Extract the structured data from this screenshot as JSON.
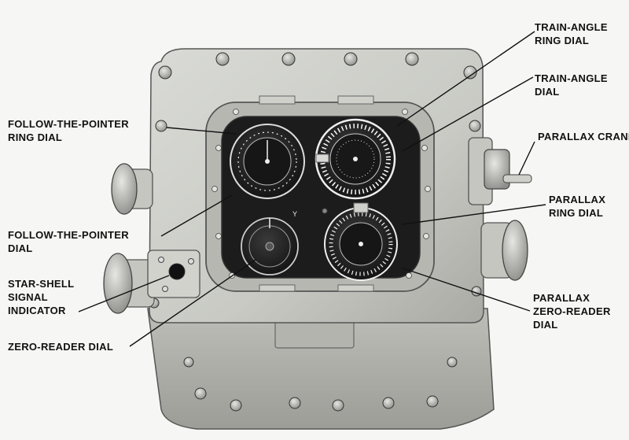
{
  "labels": {
    "train_angle_ring_dial": [
      "TRAIN-ANGLE",
      "RING DIAL"
    ],
    "train_angle_dial": [
      "TRAIN-ANGLE",
      "DIAL"
    ],
    "follow_pointer_ring_dial": [
      "FOLLOW-THE-POINTER",
      "RING DIAL"
    ],
    "parallax_crank": [
      "PARALLAX CRANK"
    ],
    "parallax_ring_dial": [
      "PARALLAX",
      "RING DIAL"
    ],
    "follow_pointer_dial": [
      "FOLLOW-THE-POINTER",
      "DIAL"
    ],
    "star_shell_indicator": [
      "STAR-SHELL",
      "SIGNAL",
      "INDICATOR"
    ],
    "parallax_zero_reader_dial": [
      "PARALLAX",
      "ZERO-READER",
      "DIAL"
    ],
    "zero_reader_dial": [
      "ZERO-READER DIAL"
    ]
  },
  "dial_marks": {
    "zero_reader_letter": "Y"
  }
}
